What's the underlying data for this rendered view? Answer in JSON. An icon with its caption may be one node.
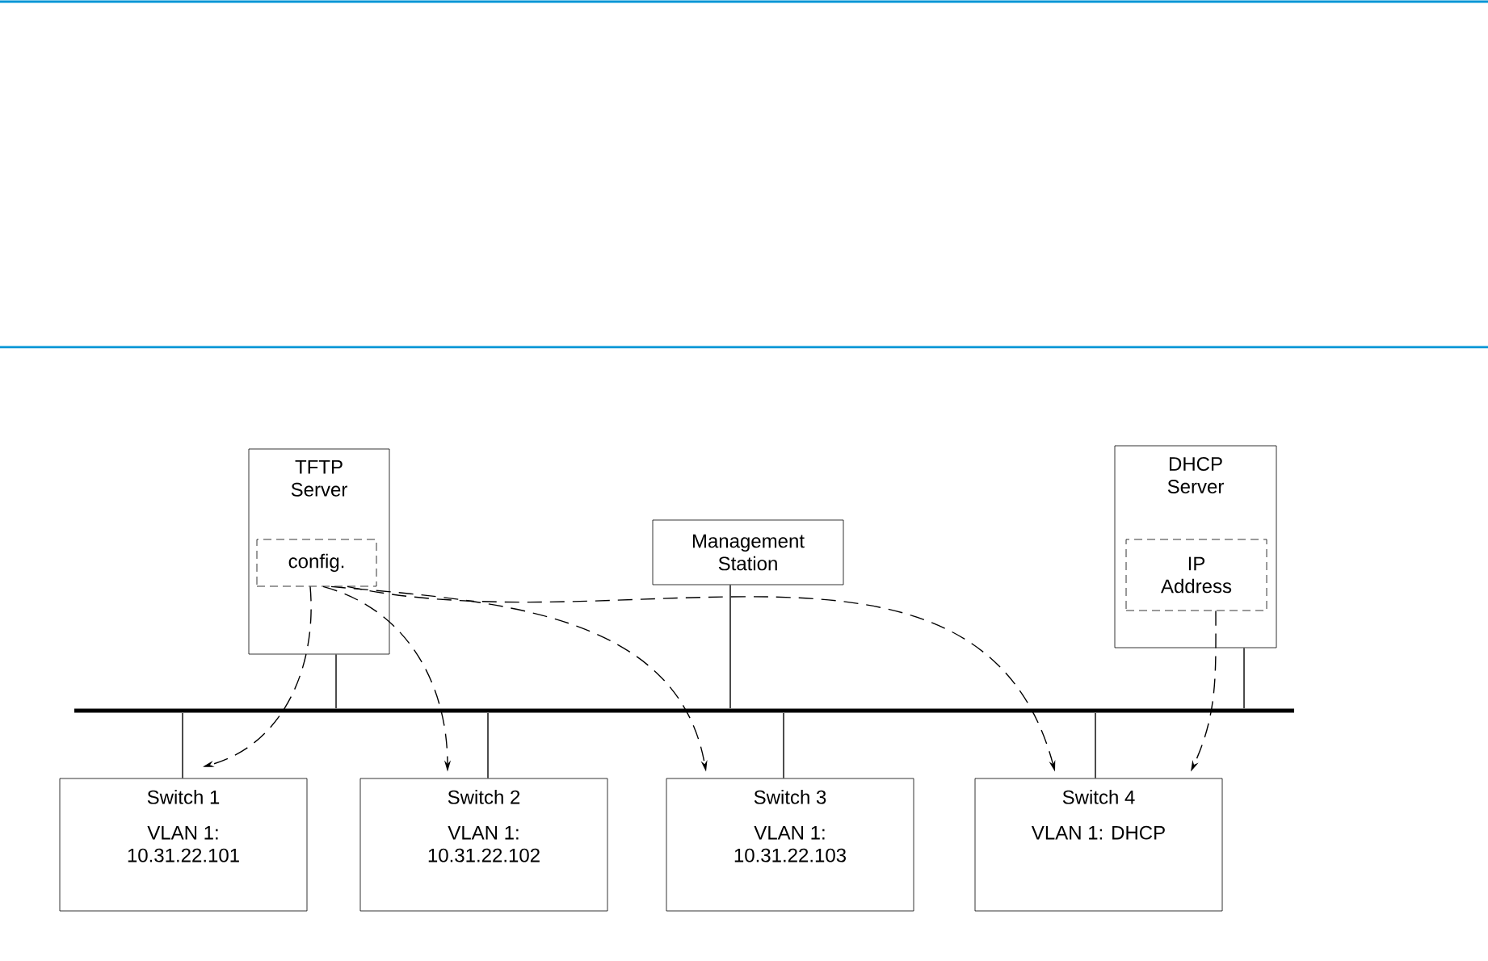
{
  "diagram": {
    "nodes": [
      {
        "text": [
          "TFTP Server"
        ]
      },
      {
        "text": [
          "config."
        ],
        "in": 0
      },
      {
        "text": [
          "Management Station"
        ]
      },
      {
        "text": [
          "DHCP Server"
        ]
      },
      {
        "text": [
          "IP Address"
        ],
        "in": 3
      },
      {
        "text": [],
        "shape": "bar"
      },
      {
        "text": [
          "Switch 1",
          "VLAN 1: 10.31.22.101"
        ]
      },
      {
        "text": [
          "Switch 2",
          "VLAN 1: 10.31.22.102"
        ]
      },
      {
        "text": [
          "Switch 3",
          "VLAN 1: 10.31.22.103"
        ]
      },
      {
        "text": [
          "Switch 4",
          "VLAN 1: DHCP"
        ]
      }
    ],
    "edges": [
      {
        "from": 0,
        "to": 5,
        "arrow": "none"
      },
      {
        "from": 2,
        "to": 5,
        "arrow": "none"
      },
      {
        "from": 3,
        "to": 5,
        "arrow": "none"
      },
      {
        "from": 5,
        "to": 6,
        "arrow": "none"
      },
      {
        "from": 5,
        "to": 7,
        "arrow": "none"
      },
      {
        "from": 5,
        "to": 8,
        "arrow": "none"
      },
      {
        "from": 5,
        "to": 9,
        "arrow": "none"
      },
      {
        "from": 1,
        "to": 6,
        "arrow": "to",
        "style": "dashed"
      },
      {
        "from": 1,
        "to": 7,
        "arrow": "to",
        "style": "dashed"
      },
      {
        "from": 1,
        "to": 8,
        "arrow": "to",
        "style": "dashed"
      },
      {
        "from": 1,
        "to": 9,
        "arrow": "to",
        "style": "dashed"
      },
      {
        "from": 4,
        "to": 9,
        "arrow": "to",
        "style": "dashed"
      }
    ]
  }
}
